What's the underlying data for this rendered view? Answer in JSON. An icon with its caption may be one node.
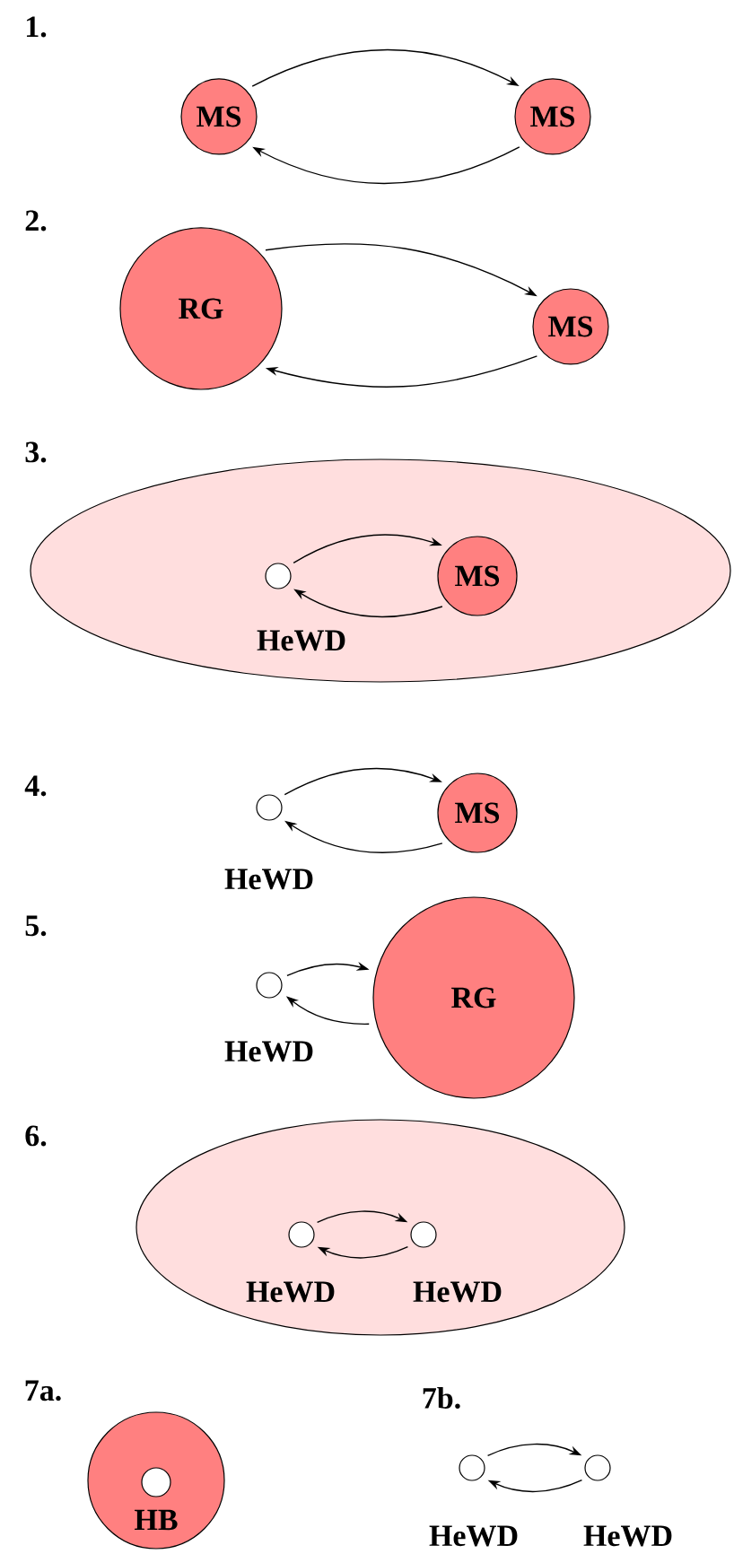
{
  "diagram": {
    "nodes": [
      {
        "text": [
          "MS"
        ]
      },
      {
        "text": [
          "MS"
        ]
      },
      {
        "text": [
          "RG"
        ]
      },
      {
        "text": [
          "MS"
        ]
      },
      {
        "text": [],
        "shape": "ellipse"
      },
      {
        "text": [],
        "shape": "circle",
        "in": 4,
        "beside": [
          "HeWD"
        ]
      },
      {
        "text": [
          "MS"
        ],
        "in": 4
      },
      {
        "text": [],
        "shape": "circle",
        "beside": [
          "HeWD"
        ]
      },
      {
        "text": [
          "MS"
        ]
      },
      {
        "text": [],
        "shape": "circle",
        "beside": [
          "HeWD"
        ]
      },
      {
        "text": [
          "RG"
        ]
      },
      {
        "text": [],
        "shape": "ellipse"
      },
      {
        "text": [],
        "shape": "circle",
        "in": 11,
        "beside": [
          "HeWD"
        ]
      },
      {
        "text": [],
        "shape": "circle",
        "in": 11,
        "beside": [
          "HeWD"
        ]
      },
      {
        "text": [
          "HB"
        ]
      },
      {
        "text": [],
        "shape": "circle",
        "in": 14
      },
      {
        "text": [],
        "shape": "circle",
        "beside": [
          "HeWD"
        ]
      },
      {
        "text": [],
        "shape": "circle",
        "beside": [
          "HeWD"
        ]
      }
    ],
    "edges": [
      {
        "from": 0,
        "to": 1,
        "arrow": "to"
      },
      {
        "from": 1,
        "to": 0,
        "arrow": "to"
      },
      {
        "from": 2,
        "to": 3,
        "arrow": "to"
      },
      {
        "from": 3,
        "to": 2,
        "arrow": "to"
      },
      {
        "from": 5,
        "to": 6,
        "arrow": "to"
      },
      {
        "from": 6,
        "to": 5,
        "arrow": "to"
      },
      {
        "from": 7,
        "to": 8,
        "arrow": "to"
      },
      {
        "from": 8,
        "to": 7,
        "arrow": "to"
      },
      {
        "from": 9,
        "to": 10,
        "arrow": "to"
      },
      {
        "from": 10,
        "to": 9,
        "arrow": "to"
      },
      {
        "from": 12,
        "to": 13,
        "arrow": "to"
      },
      {
        "from": 13,
        "to": 12,
        "arrow": "to"
      },
      {
        "from": 16,
        "to": 17,
        "arrow": "to"
      },
      {
        "from": 17,
        "to": 16,
        "arrow": "to"
      }
    ],
    "labels": [
      "1.",
      "2.",
      "3.",
      "4.",
      "5.",
      "6.",
      "7a.",
      "7b."
    ]
  }
}
